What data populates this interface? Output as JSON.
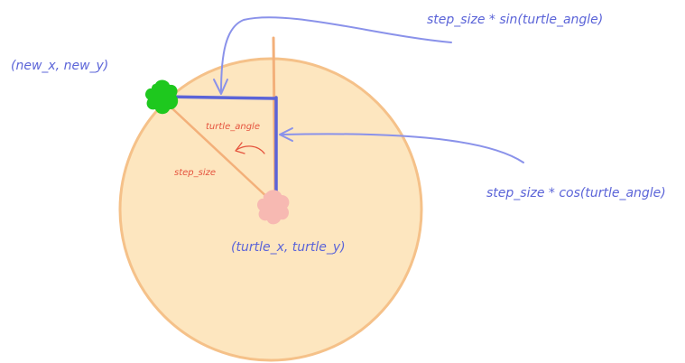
{
  "labels": {
    "new_point": "(new_x, new_y)",
    "turtle_point": "(turtle_x, turtle_y)",
    "sin_formula": "step_size * sin(turtle_angle)",
    "cos_formula": "step_size * cos(turtle_angle)",
    "angle": "turtle_angle",
    "step": "step_size"
  },
  "colors": {
    "circle_fill": "#fde6bf",
    "circle_stroke": "#f5c189",
    "radius_line": "#f3b07a",
    "blue": "#5b64d8",
    "arrow_blue": "#8a92ea",
    "red": "#e5533d",
    "turtle_new": "#1ec81e",
    "turtle_old": "#f7b9b2",
    "background": "#ffffff"
  }
}
